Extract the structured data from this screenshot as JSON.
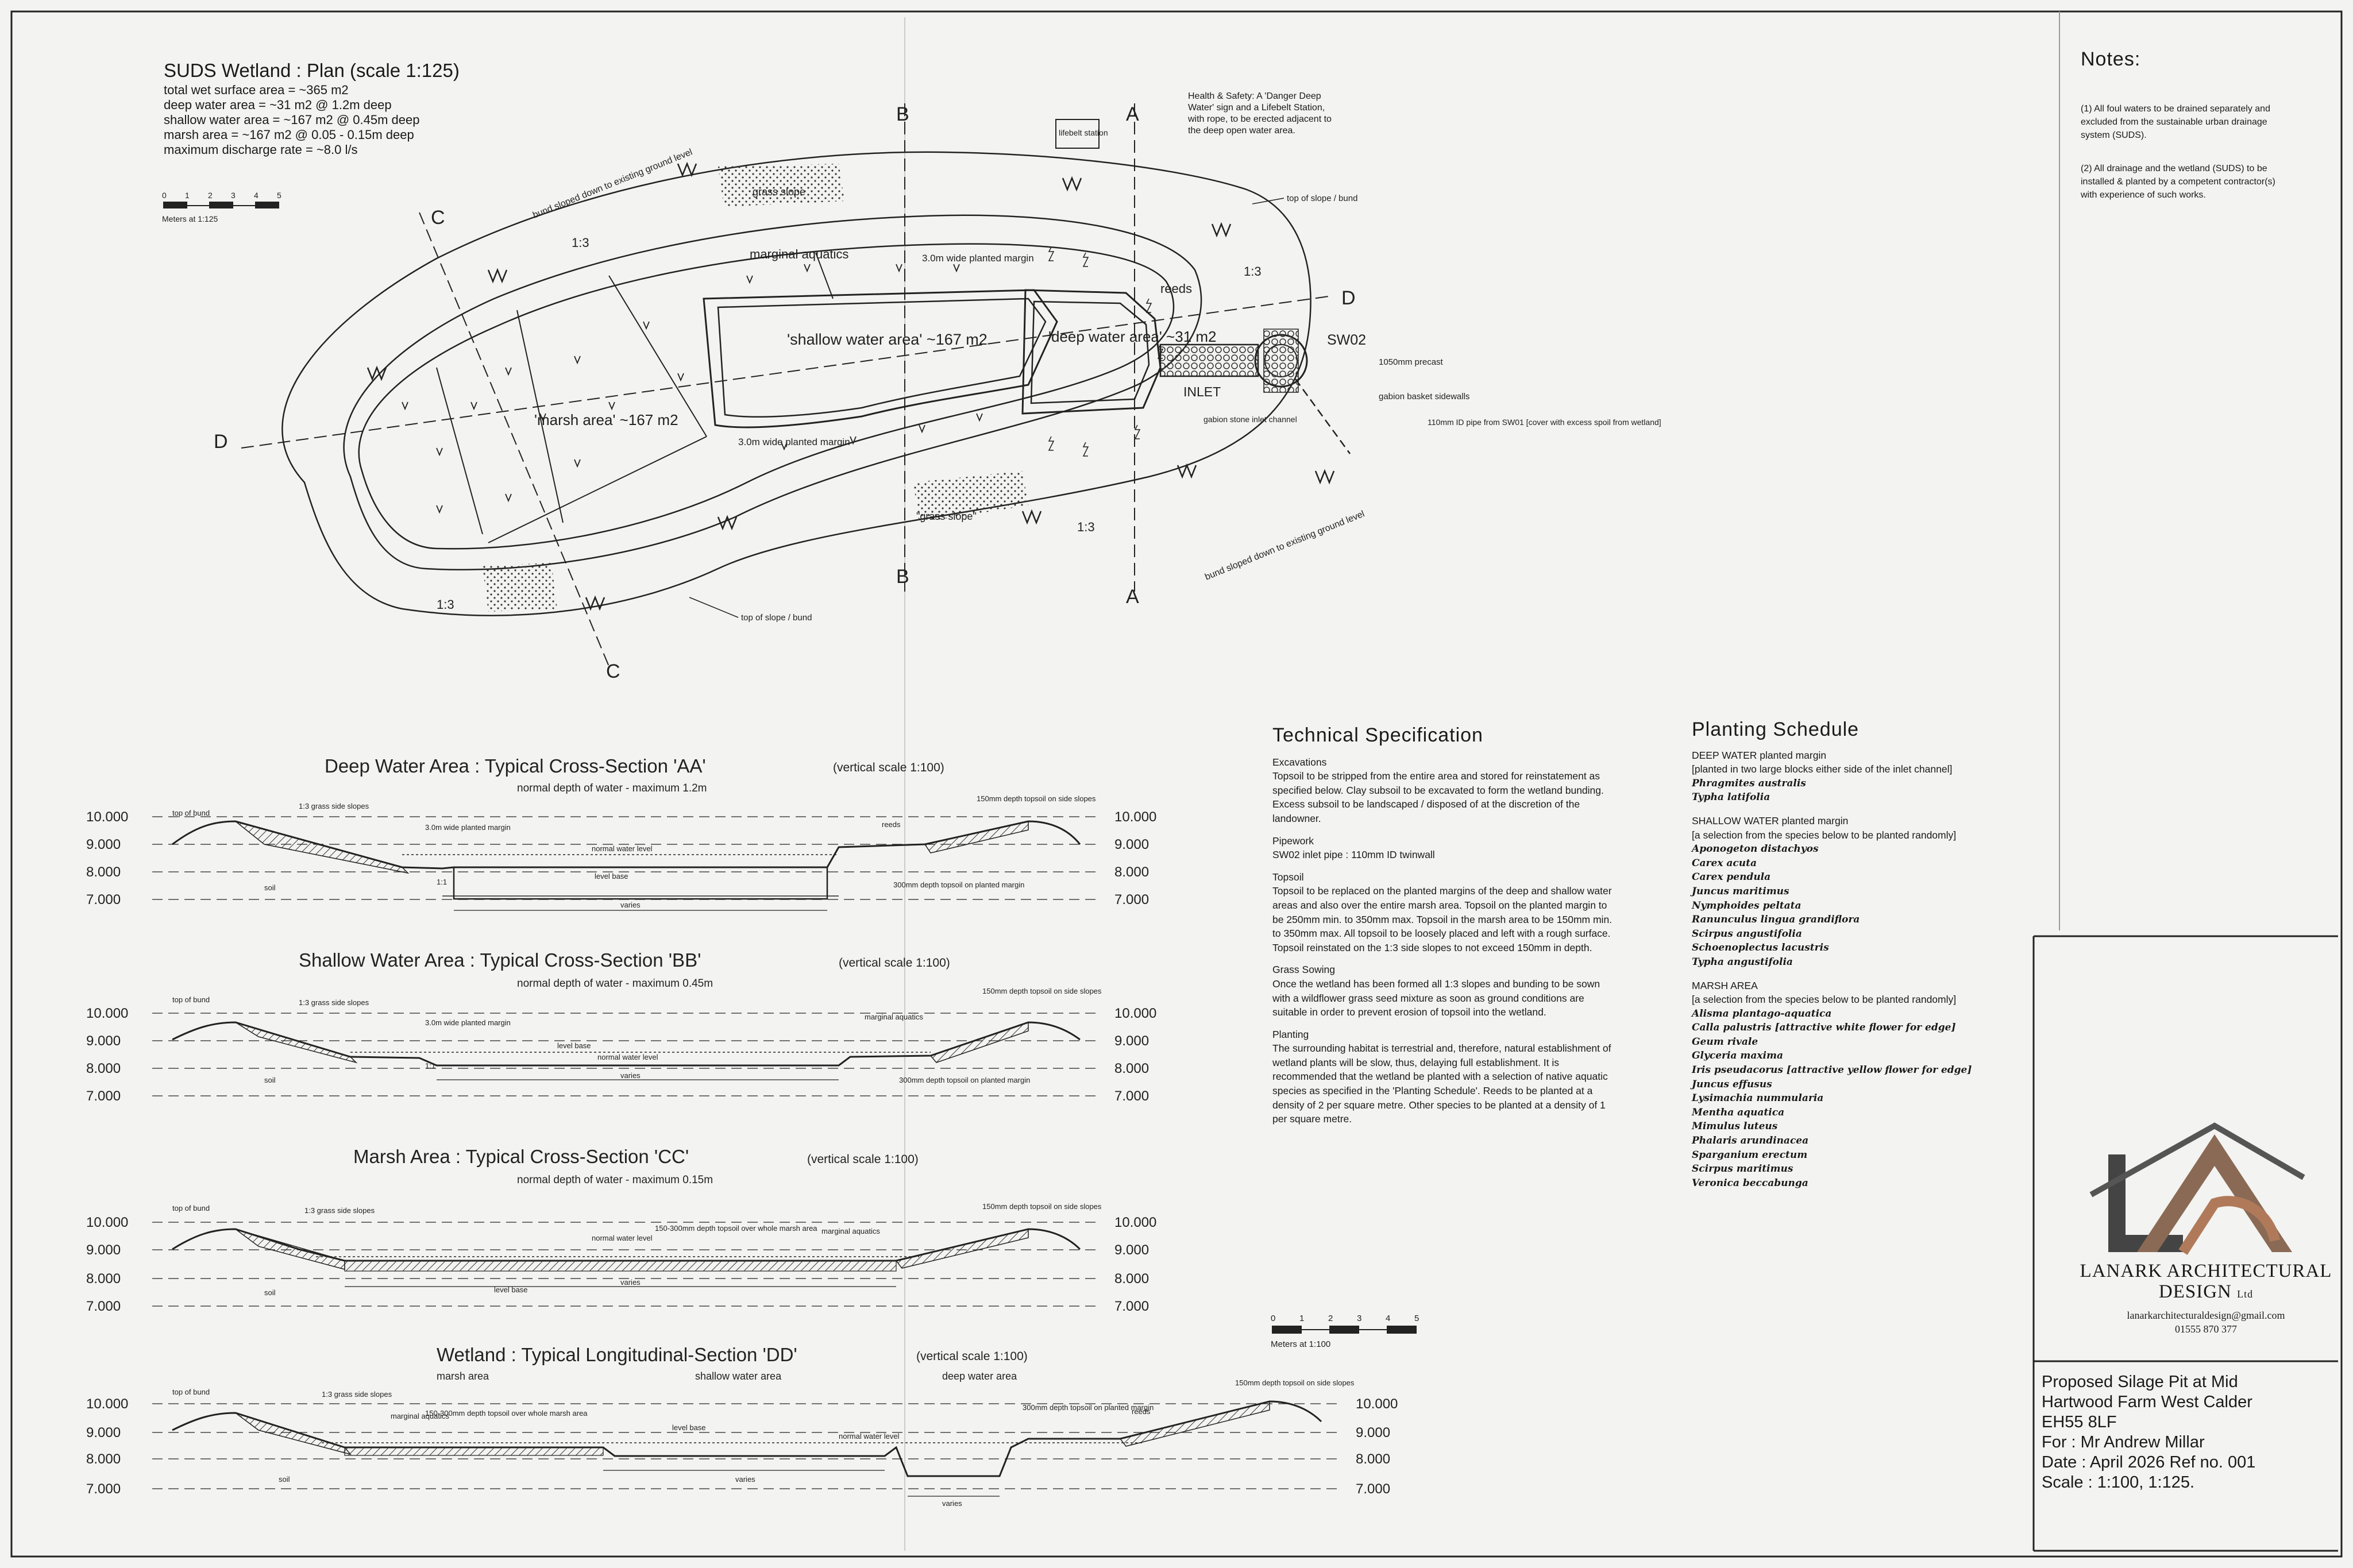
{
  "plan": {
    "title": "SUDS Wetland : Plan (scale 1:125)",
    "summary": [
      "total wet surface area = ~365 m2",
      "deep water area = ~31 m2 @ 1.2m deep",
      "shallow water area = ~167 m2 @ 0.45m deep",
      "marsh area = ~167 m2 @ 0.05 - 0.15m deep",
      "maximum discharge rate = ~8.0 l/s"
    ],
    "scale_ticks": [
      "0",
      "1",
      "2",
      "3",
      "4",
      "5"
    ],
    "scale_label": "Meters at 1:125",
    "section_markers": {
      "a": "A",
      "b": "B",
      "c": "C",
      "d": "D"
    },
    "labels": {
      "bund_top": "bund sloped down to existing ground level",
      "bund_bottom": "bund sloped down to existing ground level",
      "grass_slope_top": "grass slope",
      "grass_slope_bottom": "\"grass slope\"",
      "slope_1": "1:3",
      "slope_2": "1:3",
      "slope_3": "1:3",
      "slope_4": "1:3",
      "marginal_aquatics": "marginal aquatics",
      "planted_margin_top": "3.0m wide planted margin",
      "planted_margin_bottom": "3.0m wide planted margin",
      "reeds": "reeds",
      "shallow": "'shallow water area' ~167 m2",
      "deep": "'deep water area' ~31 m2",
      "marsh": "'marsh area' ~167 m2",
      "inlet": "INLET",
      "sw02": "SW02",
      "precast": "1050mm precast",
      "gabion_sidewalls": "gabion basket sidewalls",
      "gabion_channel": "gabion stone inlet channel",
      "pipe": "110mm ID pipe from SW01 [cover with excess spoil from wetland]",
      "top_slope_1": "top of slope / bund",
      "top_slope_2": "top of slope / bund",
      "lifebelt": "lifebelt station"
    },
    "health_safety": "Health & Safety: A 'Danger Deep Water' sign and a Lifebelt Station, with rope, to be erected adjacent to the deep open water area."
  },
  "sections": [
    {
      "title": "Deep Water Area : Typical Cross-Section 'AA'",
      "scale": "(vertical scale 1:100)",
      "sub": "normal depth of water - maximum 1.2m"
    },
    {
      "title": "Shallow Water Area : Typical Cross-Section 'BB'",
      "scale": "(vertical scale 1:100)",
      "sub": "normal depth of water - maximum 0.45m"
    },
    {
      "title": "Marsh Area : Typical Cross-Section 'CC'",
      "scale": "(vertical scale 1:100)",
      "sub": "normal depth of water - maximum 0.15m"
    },
    {
      "title": "Wetland : Typical Longitudinal-Section 'DD'",
      "scale": "(vertical scale 1:100)",
      "sub": ""
    }
  ],
  "levels": [
    "10.000",
    "9.000",
    "8.000",
    "7.000"
  ],
  "section_labels": {
    "top_of_bund": "top of bund",
    "side_slopes": "1:3 grass side slopes",
    "topsoil": "150mm depth topsoil on side slopes",
    "planted_margin": "3.0m wide planted margin",
    "water_level": "normal water level",
    "level_base": "level base",
    "soil": "soil",
    "varies": "varies",
    "marginal_aquatics": "marginal aquatics",
    "reeds": "reeds",
    "depth_300": "300mm depth topsoil on planted margin",
    "marsh_topsoil": "150-300mm depth topsoil over whole marsh area",
    "ratio": "1:1",
    "dd_marsh": "marsh area",
    "dd_shallow": "shallow water area",
    "dd_deep": "deep water area"
  },
  "notes": {
    "title": "Notes:",
    "items": [
      "(1) All foul waters to be drained separately and excluded from the sustainable urban drainage system (SUDS).",
      "(2) All drainage and the wetland (SUDS) to be installed & planted by a competent contractor(s) with experience of such works."
    ]
  },
  "tech_spec": {
    "title": "Technical Specification",
    "blocks": [
      {
        "heading": "Excavations",
        "text": "Topsoil to be stripped from the entire area and stored for reinstatement as specified below. Clay subsoil to be excavated to form the wetland bunding. Excess subsoil to be landscaped / disposed of at the discretion of the landowner."
      },
      {
        "heading": "Pipework",
        "text": "SW02 inlet pipe : 110mm ID twinwall"
      },
      {
        "heading": "Topsoil",
        "text": "Topsoil to be replaced on the planted margins of the deep and shallow water areas and also over the entire marsh area. Topsoil on the planted margin to be 250mm min. to 350mm max. Topsoil in the marsh area to be 150mm min. to 350mm max. All topsoil to be loosely placed and left with a rough surface. Topsoil reinstated on the 1:3 side slopes to not exceed 150mm in depth."
      },
      {
        "heading": "Grass Sowing",
        "text": "Once the wetland has been formed all 1:3 slopes and bunding to be sown with a wildflower grass seed mixture as soon as ground conditions are suitable in order to prevent erosion of topsoil into the wetland."
      },
      {
        "heading": "Planting",
        "text": "The surrounding habitat is terrestrial and, therefore, natural establishment of wetland plants will be slow, thus, delaying full establishment. It is recommended that the wetland be planted with a selection of native aquatic species as specified in the 'Planting Schedule'. Reeds to be planted at a density of 2 per square metre. Other species to be planted at a density of 1 per square metre."
      }
    ],
    "scale_ticks": [
      "0",
      "1",
      "2",
      "3",
      "4",
      "5"
    ],
    "scale_label": "Meters at 1:100"
  },
  "planting": {
    "title": "Planting Schedule",
    "groups": [
      {
        "heading": "DEEP WATER planted margin",
        "intro": "[planted in two large blocks either side of the inlet channel]",
        "species": [
          "Phragmites australis",
          "Typha latifolia"
        ]
      },
      {
        "heading": "SHALLOW WATER planted margin",
        "intro": "[a selection from the species below to be planted randomly]",
        "species": [
          "Aponogeton distachyos",
          "Carex acuta",
          "Carex pendula",
          "Juncus maritimus",
          "Nymphoides peltata",
          "Ranunculus lingua grandiflora",
          "Scirpus angustifolia",
          "Schoenoplectus lacustris",
          "Typha angustifolia"
        ]
      },
      {
        "heading": "MARSH AREA",
        "intro": "[a selection from the species below to be planted randomly]",
        "species": [
          "Alisma plantago-aquatica",
          "Calla palustris [attractive white flower for edge]",
          "Geum rivale",
          "Glyceria maxima",
          "Iris pseudacorus [attractive yellow flower for edge]",
          "Juncus effusus",
          "Lysimachia nummularia",
          "Mentha aquatica",
          "Mimulus luteus",
          "Phalaris arundinacea",
          "Sparganium erectum",
          "Scirpus maritimus",
          "Veronica beccabunga"
        ]
      }
    ]
  },
  "logo": {
    "name": "LANARK ARCHITECTURAL",
    "name2": "DESIGN",
    "ltd": "Ltd",
    "email": "lanarkarchitecturaldesign@gmail.com",
    "phone": "01555 870 377"
  },
  "title_block": [
    "Proposed Silage Pit at Mid",
    "Hartwood Farm West Calder",
    "EH55 8LF",
    "For :  Mr Andrew Millar",
    "Date : April 2026    Ref no. 001",
    "Scale : 1:100, 1:125."
  ]
}
